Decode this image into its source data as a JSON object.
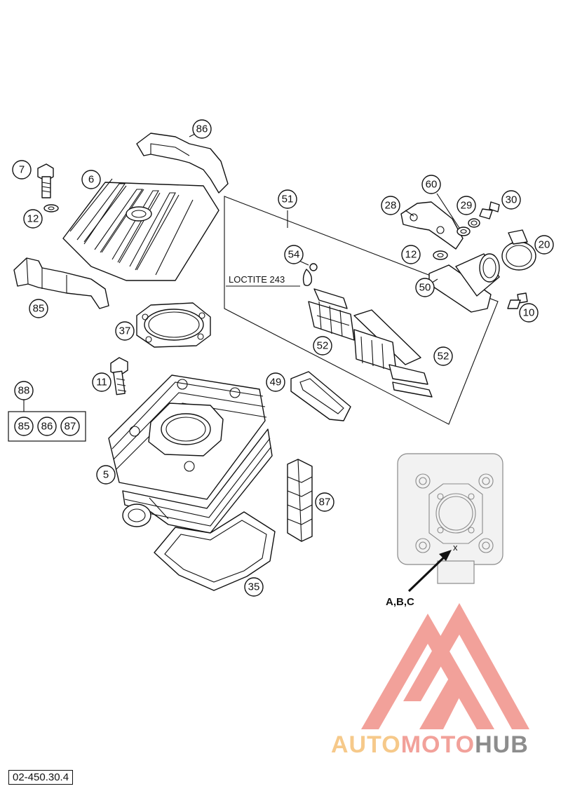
{
  "callouts": {
    "c86": "86",
    "c7": "7",
    "c6": "6",
    "c12a": "12",
    "c85": "85",
    "c37": "37",
    "c11": "11",
    "c88": "88",
    "c88_85": "85",
    "c88_86": "86",
    "c88_87": "87",
    "c5": "5",
    "c87": "87",
    "c35": "35",
    "c51": "51",
    "c54": "54",
    "c52a": "52",
    "c52b": "52",
    "c49": "49",
    "c60": "60",
    "c28": "28",
    "c29": "29",
    "c30": "30",
    "c12b": "12",
    "c20": "20",
    "c50": "50",
    "c10": "10"
  },
  "labels": {
    "loctite": "LOCTITE 243",
    "abc": "A,B,C",
    "mark_x": "x"
  },
  "watermark": {
    "part1": "AUTO",
    "part2": "MOTO",
    "part3": "HUB"
  },
  "part_code": "02-450.30.4"
}
